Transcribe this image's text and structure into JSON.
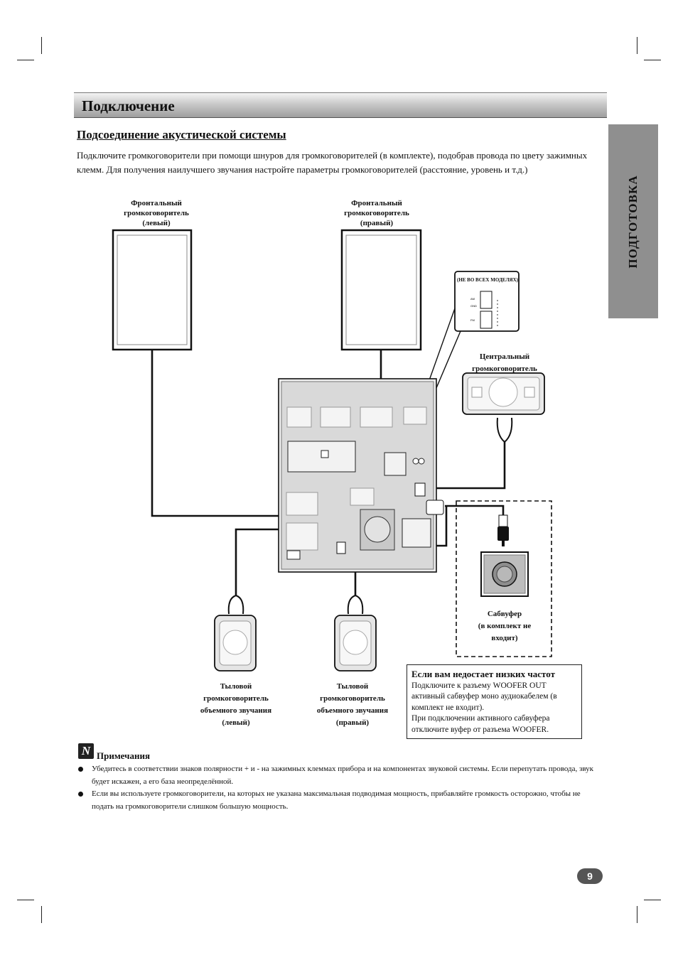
{
  "section": {
    "title": "Подключение"
  },
  "side_tab": {
    "label": "ПОДГОТОВКА"
  },
  "subtitle": "Подсоединение акустической системы",
  "intro": "Подключите громкоговорители при помощи шнуров для громкоговорителей (в комплекте), подобрав провода по цвету зажимных клемм. Для получения наилучшего звучания настройте параметры громкоговорителей (расстояние, уровень и т.д.)",
  "diagram": {
    "front_left": [
      "Фронтальный",
      "громкоговоритель",
      "(левый)"
    ],
    "front_right": [
      "Фронтальный",
      "громкоговоритель",
      "(правый)"
    ],
    "center": [
      "Центральный",
      "громкоговоритель"
    ],
    "not_all_models": "(НЕ ВО ВСЕХ МОДЕЛЯХ)",
    "subwoofer": [
      "Сабвуфер",
      "(в комплект не",
      "входит)"
    ],
    "rear_left": [
      "Тыловой",
      "громкоговоритель",
      "объемного звучания",
      "(левый)"
    ],
    "rear_right": [
      "Тыловой",
      "громкоговоритель",
      "объемного звучания",
      "(правый)"
    ]
  },
  "woofer_note": {
    "title": "Если вам недостает низких частот",
    "line1": "Подключите к разъему WOOFER OUT",
    "line2": "активный сабвуфер моно аудиокабелем (в",
    "line3": "комплект не входит).",
    "line4": "При подключении активного сабвуфера",
    "line5": "отключите вуфер от разъема WOOFER."
  },
  "notes": {
    "icon": "N",
    "title": "Примечания",
    "items": [
      "Убедитесь в соответствии знаков полярности + и - на зажимных клеммах прибора и на компонентах звуковой системы. Если перепутать провода, звук будет искажен, а его база неопределённой.",
      "Если вы используете громкоговорители, на которых не указана максимальная подводимая мощность, прибавляйте громкость осторожно, чтобы не подать на громкоговорители слишком большую мощность."
    ]
  },
  "page_number": "9",
  "colors": {
    "side_tab": "#8f8f8f",
    "section_bar": "#bdbdbd",
    "page_badge": "#555555"
  }
}
